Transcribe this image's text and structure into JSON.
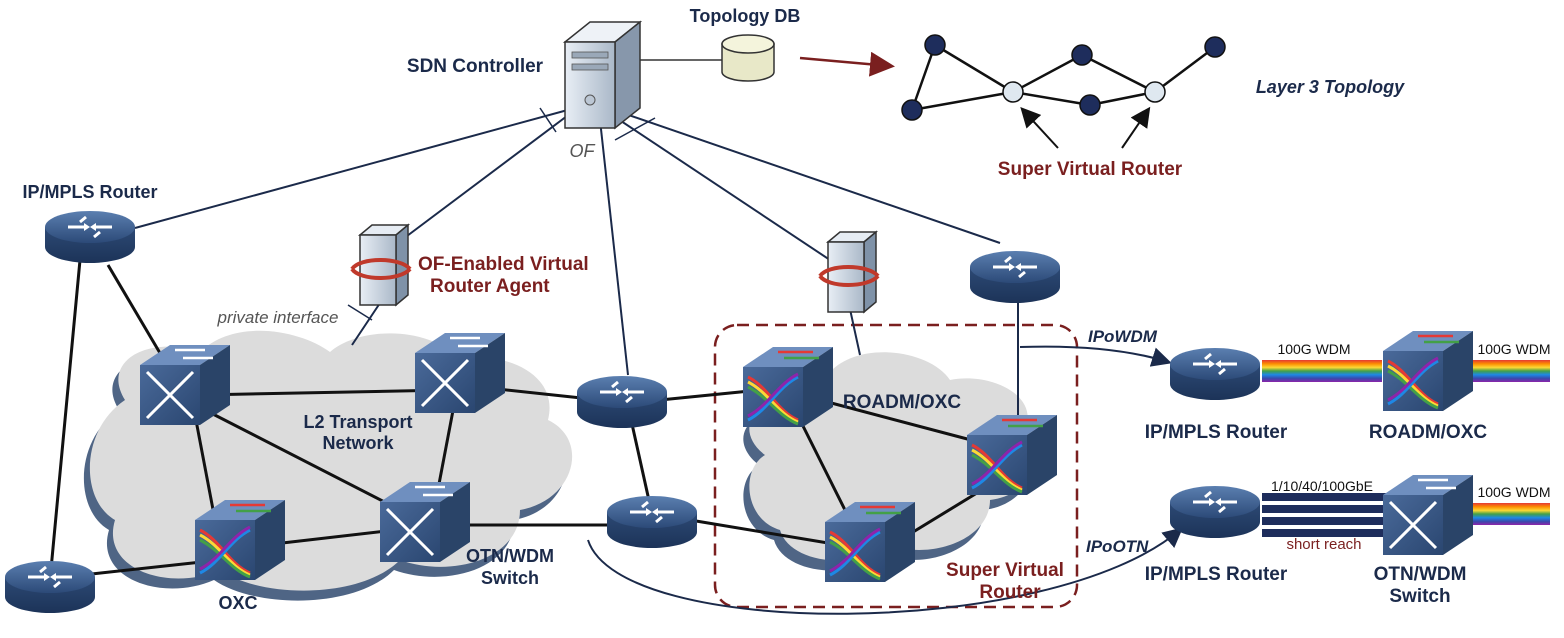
{
  "labels": {
    "sdn_controller": "SDN Controller",
    "topology_db": "Topology DB",
    "layer3_topology": "Layer 3 Topology",
    "super_virtual_router_top": "Super Virtual Router",
    "of": "OF",
    "ipmpls_router_left": "IP/MPLS Router",
    "of_agent_line1": "OF-Enabled Virtual",
    "of_agent_line2": "Router Agent",
    "private_interface": "private interface",
    "l2_line1": "L2 Transport",
    "l2_line2": "Network",
    "oxc": "OXC",
    "otn_wdm_line1": "OTN/WDM",
    "otn_wdm_line2": "Switch",
    "roadm_oxc_center": "ROADM/OXC",
    "svr_box_line1": "Super Virtual",
    "svr_box_line2": "Router",
    "ipowdm": "IPoWDM",
    "ipootn": "IPoOTN",
    "wdm_100g_1": "100G WDM",
    "wdm_100g_2": "100G WDM",
    "wdm_100g_3": "100G WDM",
    "gbe": "1/10/40/100GbE",
    "short_reach": "short reach",
    "ipmpls_router_r1": "IP/MPLS Router",
    "roadm_oxc_right": "ROADM/OXC",
    "ipmpls_router_r2": "IP/MPLS Router",
    "otn_wdm_right_line1": "OTN/WDM",
    "otn_wdm_right_line2": "Switch"
  },
  "colors": {
    "navy": "#1b2a4a",
    "maroon": "#7a1f1f",
    "router": "#2f4f7f",
    "cloud": "#dcdcdc",
    "cloud_shadow": "#5b6e8a"
  }
}
